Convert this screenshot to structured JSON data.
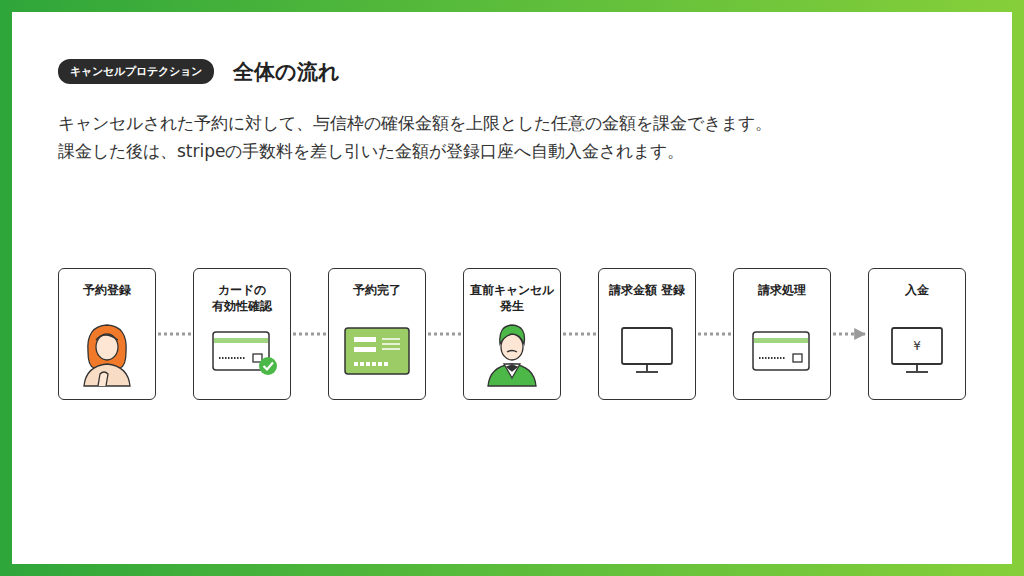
{
  "diagram": {
    "title": "全体の流れ",
    "nodes": [
      {
        "text": [
          "予約登録"
        ]
      },
      {
        "text": [
          "カードの 有効性確認"
        ]
      },
      {
        "text": [
          "予約完了"
        ]
      },
      {
        "text": [
          "直前キャンセル 発生"
        ]
      },
      {
        "text": [
          "請求金額 登録"
        ]
      },
      {
        "text": [
          "請求処理"
        ]
      },
      {
        "text": [
          "入金"
        ]
      }
    ],
    "edges": [
      {
        "from": 0,
        "to": 1,
        "arrow": "none"
      },
      {
        "from": 1,
        "to": 2,
        "arrow": "none"
      },
      {
        "from": 2,
        "to": 3,
        "arrow": "none"
      },
      {
        "from": 3,
        "to": 4,
        "arrow": "none"
      },
      {
        "from": 4,
        "to": 5,
        "arrow": "none"
      },
      {
        "from": 5,
        "to": 6,
        "arrow": "to"
      }
    ],
    "labels": [
      "キャンセルプロテクション",
      "キャンセルされた予約に対して、与信枠の確保金額を上限とした任意の金額を課金できます。",
      "課金した後は、stripeの手数料を差し引いた金額が登録口座へ自動入金されます。",
      "¥"
    ]
  }
}
